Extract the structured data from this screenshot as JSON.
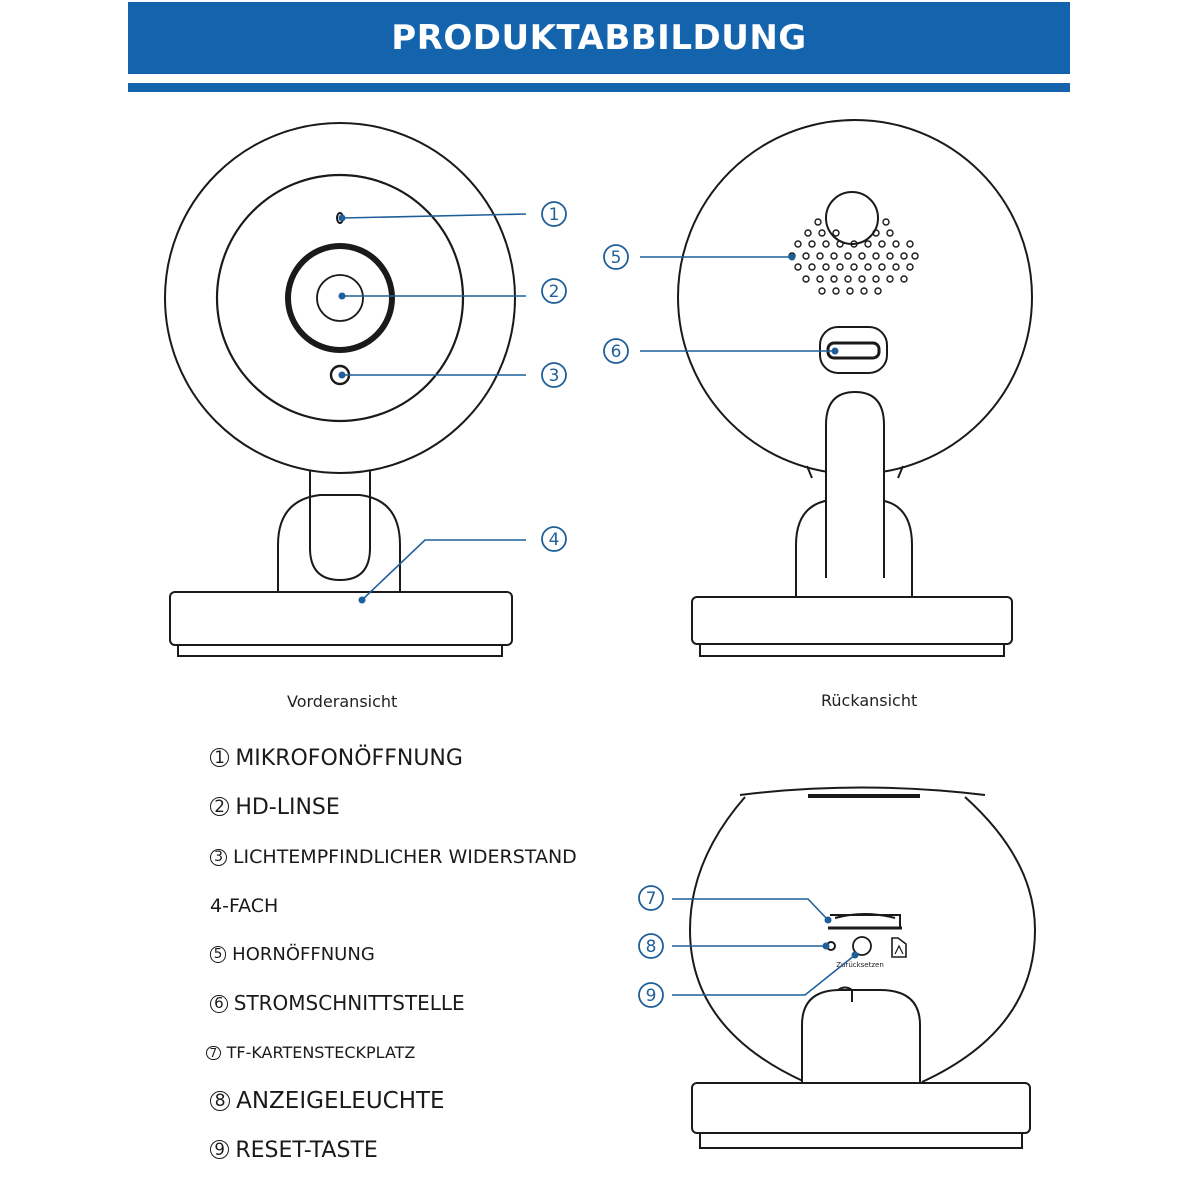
{
  "banner": {
    "title": "PRODUKTABBILDUNG"
  },
  "views": {
    "front": "Vorderansicht",
    "back": "Rückansicht"
  },
  "callouts": [
    "1",
    "2",
    "3",
    "4",
    "5",
    "6",
    "7",
    "8",
    "9"
  ],
  "device_label": "Zurücksetzen",
  "legend": [
    {
      "num": "1",
      "text": "MIKROFONÖFFNUNG"
    },
    {
      "num": "2",
      "text": "HD-LINSE"
    },
    {
      "num": "3",
      "text": "LICHTEMPFINDLICHER WIDERSTAND"
    },
    {
      "num": "",
      "text": "4-FACH"
    },
    {
      "num": "5",
      "text": "HORNÖFFNUNG"
    },
    {
      "num": "6",
      "text": "STROMSCHNITTSTELLE"
    },
    {
      "num": "7",
      "text": "TF-KARTENSTECKPLATZ"
    },
    {
      "num": "8",
      "text": "ANZEIGELEUCHTE"
    },
    {
      "num": "9",
      "text": "RESET-TASTE"
    }
  ],
  "colors": {
    "brand": "#1463ad",
    "callout": "#1f5f99",
    "line": "#1a1a1a"
  }
}
